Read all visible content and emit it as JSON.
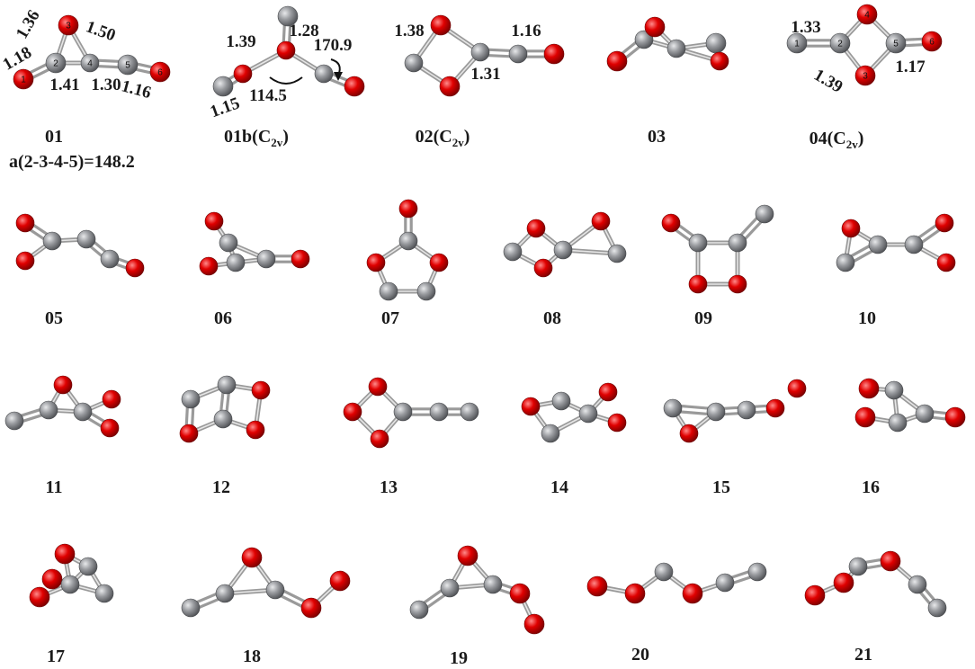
{
  "colors": {
    "oxygen": "#d10000",
    "carbon": "#8f9296",
    "bond": "#9a9a9a",
    "text": "#1a1a1a"
  },
  "structures": [
    {
      "label": "01",
      "note": "a(2-3-4-5)=148.2",
      "atoms": [
        [
          "O",
          "1"
        ],
        [
          "C",
          "2"
        ],
        [
          "O",
          "3"
        ],
        [
          "C",
          "4"
        ],
        [
          "C",
          "5"
        ],
        [
          "O",
          "6"
        ]
      ],
      "bond_lengths": [
        "1.18",
        "1.36",
        "1.50",
        "1.41",
        "1.30",
        "1.16"
      ]
    },
    {
      "label": "01b(C",
      "sub": "2v",
      "close": ")",
      "atoms": [
        [
          "C",
          ""
        ],
        [
          "O",
          ""
        ],
        [
          "C",
          ""
        ],
        [
          "O",
          ""
        ],
        [
          "C",
          ""
        ],
        [
          "O",
          ""
        ]
      ],
      "bond_lengths": [
        "1.28",
        "1.39",
        "1.15"
      ],
      "angles": [
        "114.5",
        "170.9"
      ]
    },
    {
      "label": "02(C",
      "sub": "2v",
      "close": ")",
      "atoms": [
        [
          "O",
          ""
        ],
        [
          "C",
          ""
        ],
        [
          "O",
          ""
        ],
        [
          "C",
          ""
        ],
        [
          "C",
          ""
        ],
        [
          "O",
          ""
        ]
      ],
      "bond_lengths": [
        "1.38",
        "1.16",
        "1.31"
      ]
    },
    {
      "label": "03",
      "atoms": [
        [
          "O",
          ""
        ],
        [
          "C",
          ""
        ],
        [
          "O",
          ""
        ],
        [
          "C",
          ""
        ],
        [
          "C",
          ""
        ],
        [
          "O",
          ""
        ]
      ]
    },
    {
      "label": "04(C",
      "sub": "2v",
      "close": ")",
      "atoms": [
        [
          "C",
          "1"
        ],
        [
          "C",
          "2"
        ],
        [
          "O",
          "4"
        ],
        [
          "O",
          "3"
        ],
        [
          "C",
          "5"
        ],
        [
          "O",
          "6"
        ]
      ],
      "bond_lengths": [
        "1.33",
        "1.39",
        "1.17"
      ]
    },
    {
      "label": "05",
      "atoms": [
        [
          "O",
          ""
        ],
        [
          "O",
          ""
        ],
        [
          "C",
          ""
        ],
        [
          "C",
          ""
        ],
        [
          "C",
          ""
        ],
        [
          "O",
          ""
        ]
      ]
    },
    {
      "label": "06",
      "atoms": [
        [
          "O",
          ""
        ],
        [
          "O",
          ""
        ],
        [
          "C",
          ""
        ],
        [
          "C",
          ""
        ],
        [
          "C",
          ""
        ],
        [
          "O",
          ""
        ]
      ]
    },
    {
      "label": "07",
      "atoms": [
        [
          "O",
          ""
        ],
        [
          "C",
          ""
        ],
        [
          "O",
          ""
        ],
        [
          "O",
          ""
        ],
        [
          "C",
          ""
        ],
        [
          "C",
          ""
        ]
      ]
    },
    {
      "label": "08",
      "atoms": [
        [
          "O",
          ""
        ],
        [
          "O",
          ""
        ],
        [
          "O",
          ""
        ],
        [
          "C",
          ""
        ],
        [
          "C",
          ""
        ],
        [
          "C",
          ""
        ]
      ]
    },
    {
      "label": "09",
      "atoms": [
        [
          "O",
          ""
        ],
        [
          "C",
          ""
        ],
        [
          "C",
          ""
        ],
        [
          "C",
          ""
        ],
        [
          "O",
          ""
        ],
        [
          "O",
          ""
        ]
      ]
    },
    {
      "label": "10",
      "atoms": [
        [
          "O",
          ""
        ],
        [
          "O",
          ""
        ],
        [
          "O",
          ""
        ],
        [
          "C",
          ""
        ],
        [
          "C",
          ""
        ],
        [
          "C",
          ""
        ]
      ]
    },
    {
      "label": "11",
      "atoms": [
        [
          "O",
          ""
        ],
        [
          "O",
          ""
        ],
        [
          "O",
          ""
        ],
        [
          "C",
          ""
        ],
        [
          "C",
          ""
        ],
        [
          "C",
          ""
        ]
      ]
    },
    {
      "label": "12",
      "atoms": [
        [
          "C",
          ""
        ],
        [
          "C",
          ""
        ],
        [
          "O",
          ""
        ],
        [
          "O",
          ""
        ],
        [
          "O",
          ""
        ],
        [
          "C",
          ""
        ]
      ]
    },
    {
      "label": "13",
      "atoms": [
        [
          "O",
          ""
        ],
        [
          "O",
          ""
        ],
        [
          "O",
          ""
        ],
        [
          "C",
          ""
        ],
        [
          "C",
          ""
        ],
        [
          "C",
          ""
        ]
      ]
    },
    {
      "label": "14",
      "atoms": [
        [
          "O",
          ""
        ],
        [
          "O",
          ""
        ],
        [
          "O",
          ""
        ],
        [
          "C",
          ""
        ],
        [
          "C",
          ""
        ],
        [
          "C",
          ""
        ]
      ]
    },
    {
      "label": "15",
      "atoms": [
        [
          "O",
          ""
        ],
        [
          "O",
          ""
        ],
        [
          "O",
          ""
        ],
        [
          "C",
          ""
        ],
        [
          "C",
          ""
        ],
        [
          "C",
          ""
        ]
      ]
    },
    {
      "label": "16",
      "atoms": [
        [
          "O",
          ""
        ],
        [
          "O",
          ""
        ],
        [
          "O",
          ""
        ],
        [
          "C",
          ""
        ],
        [
          "C",
          ""
        ],
        [
          "C",
          ""
        ]
      ]
    },
    {
      "label": "17",
      "atoms": [
        [
          "O",
          ""
        ],
        [
          "O",
          ""
        ],
        [
          "O",
          ""
        ],
        [
          "C",
          ""
        ],
        [
          "C",
          ""
        ],
        [
          "C",
          ""
        ]
      ]
    },
    {
      "label": "18",
      "atoms": [
        [
          "O",
          ""
        ],
        [
          "O",
          ""
        ],
        [
          "O",
          ""
        ],
        [
          "C",
          ""
        ],
        [
          "C",
          ""
        ],
        [
          "C",
          ""
        ]
      ]
    },
    {
      "label": "19",
      "atoms": [
        [
          "O",
          ""
        ],
        [
          "O",
          ""
        ],
        [
          "O",
          ""
        ],
        [
          "C",
          ""
        ],
        [
          "C",
          ""
        ],
        [
          "C",
          ""
        ]
      ]
    },
    {
      "label": "20",
      "atoms": [
        [
          "O",
          ""
        ],
        [
          "O",
          ""
        ],
        [
          "O",
          ""
        ],
        [
          "C",
          ""
        ],
        [
          "C",
          ""
        ],
        [
          "C",
          ""
        ]
      ]
    },
    {
      "label": "21",
      "atoms": [
        [
          "O",
          ""
        ],
        [
          "O",
          ""
        ],
        [
          "O",
          ""
        ],
        [
          "C",
          ""
        ],
        [
          "C",
          ""
        ],
        [
          "C",
          ""
        ]
      ]
    }
  ]
}
